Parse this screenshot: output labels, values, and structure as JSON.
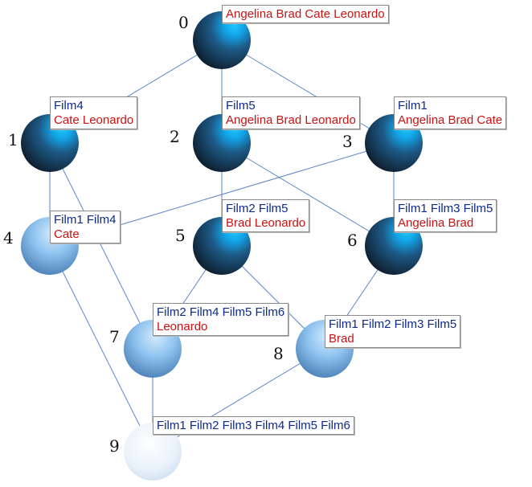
{
  "diagram": {
    "colors": {
      "films_text": "#0d2a8c",
      "actors_text": "#cc1111",
      "edge": "#5a86c8"
    },
    "nodes": [
      {
        "id": "0",
        "films": "",
        "actors": "Angelina Brad Cate Leonardo",
        "sphere": "dark"
      },
      {
        "id": "1",
        "films": "Film4",
        "actors": "Cate Leonardo",
        "sphere": "dark"
      },
      {
        "id": "2",
        "films": "Film5",
        "actors": "Angelina Brad Leonardo",
        "sphere": "dark"
      },
      {
        "id": "3",
        "films": "Film1",
        "actors": "Angelina Brad Cate",
        "sphere": "dark"
      },
      {
        "id": "4",
        "films": "Film1 Film4",
        "actors": "Cate",
        "sphere": "light"
      },
      {
        "id": "5",
        "films": "Film2 Film5",
        "actors": "Brad Leonardo",
        "sphere": "dark"
      },
      {
        "id": "6",
        "films": "Film1 Film3 Film5",
        "actors": "Angelina Brad",
        "sphere": "dark"
      },
      {
        "id": "7",
        "films": "Film2 Film4 Film5 Film6",
        "actors": "Leonardo",
        "sphere": "light"
      },
      {
        "id": "8",
        "films": "Film1 Film2 Film3 Film5",
        "actors": "Brad",
        "sphere": "light"
      },
      {
        "id": "9",
        "films": "Film1 Film2 Film3 Film4 Film5 Film6",
        "actors": "",
        "sphere": "white"
      }
    ],
    "edges": [
      [
        "0",
        "1"
      ],
      [
        "0",
        "2"
      ],
      [
        "0",
        "3"
      ],
      [
        "1",
        "4"
      ],
      [
        "1",
        "7"
      ],
      [
        "2",
        "5"
      ],
      [
        "2",
        "6"
      ],
      [
        "3",
        "4"
      ],
      [
        "3",
        "6"
      ],
      [
        "4",
        "9"
      ],
      [
        "5",
        "7"
      ],
      [
        "5",
        "8"
      ],
      [
        "6",
        "8"
      ],
      [
        "7",
        "9"
      ],
      [
        "8",
        "9"
      ]
    ]
  }
}
